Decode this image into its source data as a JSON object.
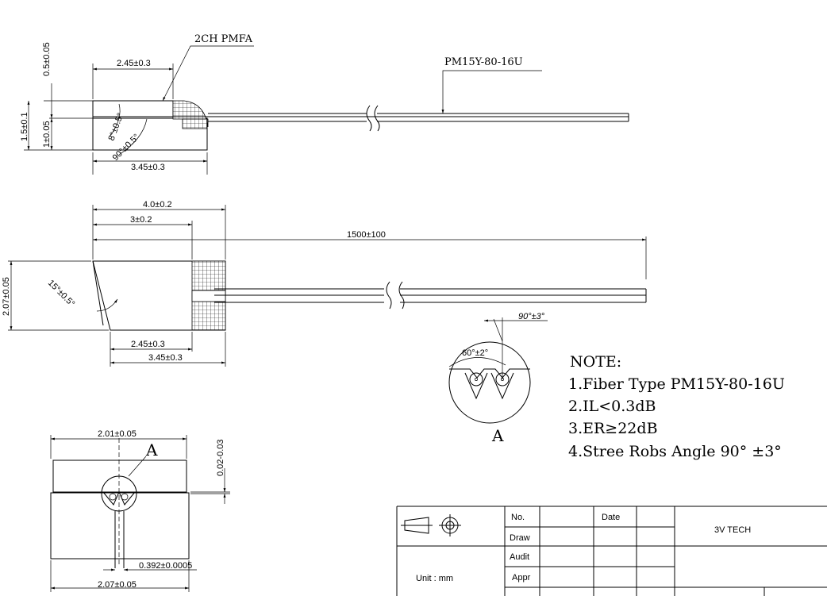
{
  "side_view": {
    "label_2ch": "2CH PMFA",
    "label_fiber": "PM15Y-80-16U",
    "dim_top_thk": "0.5±0.05",
    "dim_top_len": "2.45±0.3",
    "dim_total_h": "1.5±0.1",
    "dim_lower_h": "1±0.05",
    "dim_angle_a": "8°±0.5°",
    "dim_angle_b": "90°±0.5°",
    "dim_bottom_len": "3.45±0.3"
  },
  "top_view": {
    "dim_overall": "4.0±0.2",
    "dim_three": "3±0.2",
    "dim_length": "1500±100",
    "dim_width": "2.07±0.05",
    "dim_angle": "15°±0.5°",
    "dim_lid": "2.45±0.3",
    "dim_base": "3.45±0.3"
  },
  "detail_a": {
    "dim_outer": "90°±3°",
    "dim_inner": "60°±2°",
    "label": "A"
  },
  "end_view": {
    "dim_top": "2.01±0.05",
    "label_a": "A",
    "dim_gap": "0.02-0.03",
    "dim_pitch": "0.392±0.0005",
    "dim_bottom": "2.07±0.05"
  },
  "notes": {
    "title": "NOTE:",
    "items": [
      "1.Fiber Type PM15Y-80-16U",
      "2.IL<0.3dB",
      "3.ER≥22dB",
      "4.Stree Robs Angle 90° ±3°"
    ]
  },
  "title_block": {
    "no": "No.",
    "date": "Date",
    "draw": "Draw",
    "audit": "Audit",
    "appr": "Appr",
    "unit": "Unit : mm",
    "company": "3V TECH"
  }
}
